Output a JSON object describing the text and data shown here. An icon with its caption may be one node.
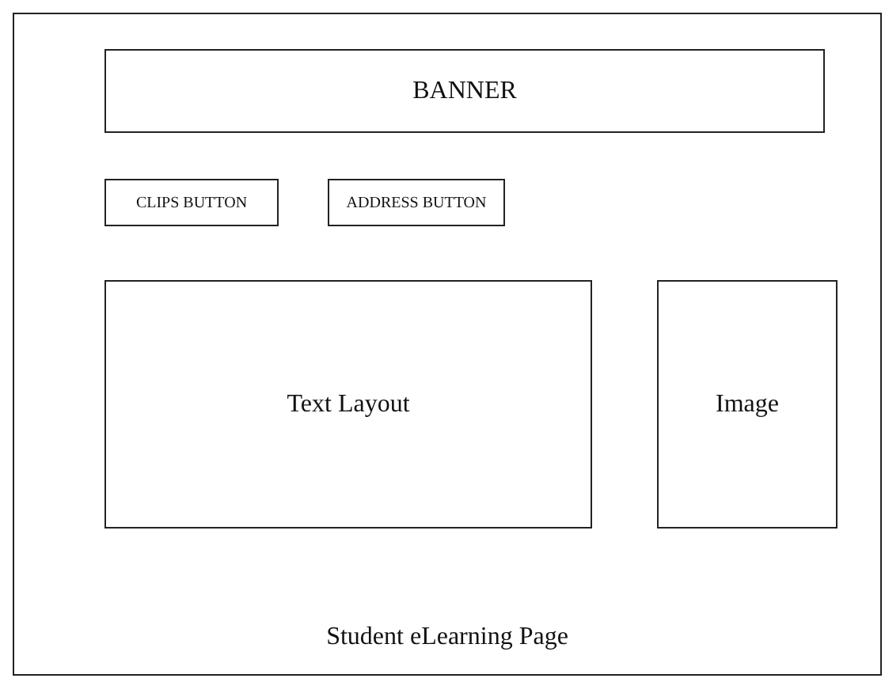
{
  "diagram": {
    "nodes": [
      {
        "text": [
          "Student eLearning Page"
        ]
      },
      {
        "text": [
          "BANNER"
        ],
        "in": 0
      },
      {
        "text": [
          "CLIPS BUTTON"
        ],
        "in": 0
      },
      {
        "text": [
          "ADDRESS BUTTON"
        ],
        "in": 0
      },
      {
        "text": [
          "Text Layout"
        ],
        "in": 0
      },
      {
        "text": [
          "Image"
        ],
        "in": 0
      }
    ],
    "edges": []
  }
}
